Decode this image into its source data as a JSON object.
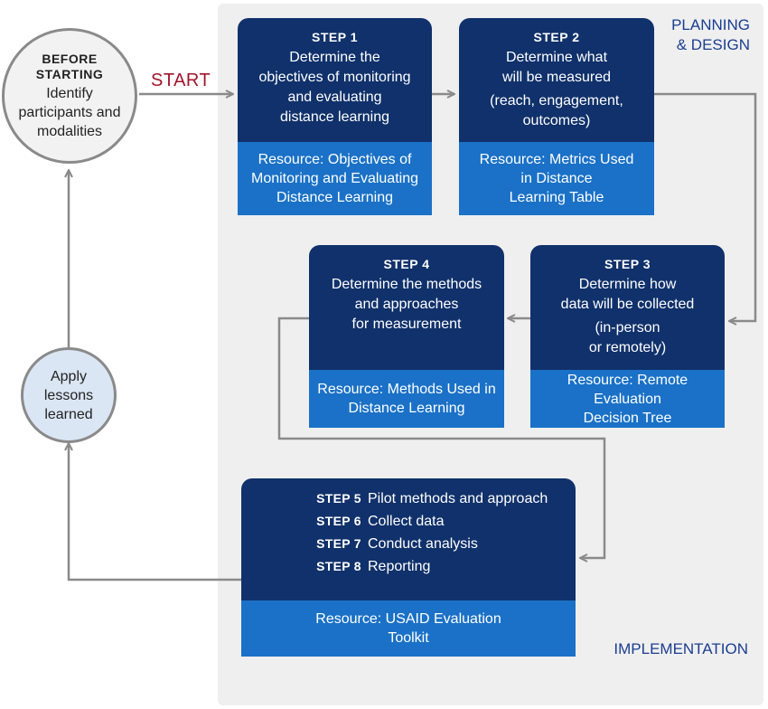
{
  "regions": {
    "planning_line1": "PLANNING",
    "planning_line2": "& DESIGN",
    "implementation": "IMPLEMENTATION"
  },
  "before": {
    "title_line1": "BEFORE",
    "title_line2": "STARTING",
    "text_lines": [
      "Identify",
      "participants and",
      "modalities"
    ]
  },
  "start_label": "START",
  "lessons": {
    "text_lines": [
      "Apply",
      "lessons",
      "learned"
    ]
  },
  "steps": [
    {
      "header": "STEP 1",
      "lines": [
        "Determine the",
        "objectives of monitoring",
        "and evaluating",
        "distance learning"
      ],
      "sub_lines": [],
      "resource_lines": [
        "Resource: Objectives of",
        "Monitoring and Evaluating",
        "Distance Learning"
      ]
    },
    {
      "header": "STEP 2",
      "lines": [
        "Determine what",
        "will be measured"
      ],
      "sub_lines": [
        "(reach, engagement,",
        "outcomes)"
      ],
      "resource_lines": [
        "Resource: Metrics Used",
        "in Distance",
        "Learning Table"
      ]
    },
    {
      "header": "STEP 3",
      "lines": [
        "Determine how",
        "data will be collected"
      ],
      "sub_lines": [
        "(in-person",
        "or remotely)"
      ],
      "resource_lines": [
        "Resource: Remote",
        "Evaluation",
        "Decision Tree"
      ]
    },
    {
      "header": "STEP 4",
      "lines": [
        "Determine the methods",
        "and approaches",
        "for measurement"
      ],
      "sub_lines": [],
      "resource_lines": [
        "Resource: Methods Used in",
        "Distance Learning"
      ]
    }
  ],
  "implementation_steps": [
    {
      "label": "STEP 5",
      "text": "Pilot methods and approach"
    },
    {
      "label": "STEP 6",
      "text": "Collect data"
    },
    {
      "label": "STEP 7",
      "text": "Conduct analysis"
    },
    {
      "label": "STEP 8",
      "text": "Reporting"
    }
  ],
  "implementation_resource_lines": [
    "Resource: USAID Evaluation",
    "Toolkit"
  ],
  "colors": {
    "dark_blue": "#10316b",
    "resource_blue": "#1a71c7",
    "panel_gray": "#efeff0",
    "arrow_gray": "#8a8a8a",
    "start_red": "#a1162c",
    "label_blue": "#1a3e8f",
    "lessons_fill": "#dbe6f4"
  }
}
